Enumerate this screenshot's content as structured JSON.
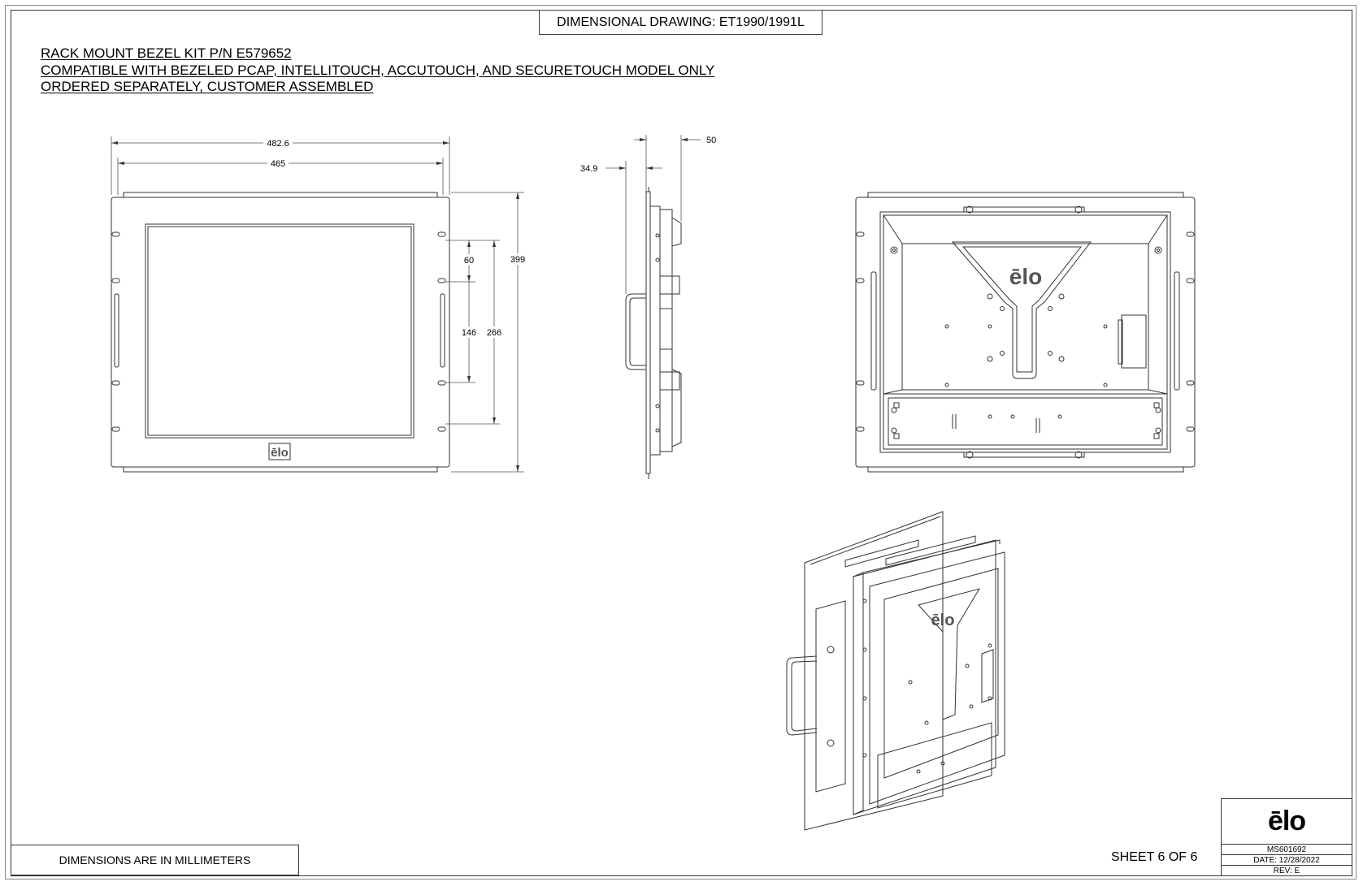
{
  "header": {
    "title": "DIMENSIONAL DRAWING: ET1990/1991L"
  },
  "notes": {
    "line1": "RACK MOUNT BEZEL KIT P/N E579652",
    "line2": "COMPATIBLE WITH BEZELED PCAP, INTELLITOUCH, ACCUTOUCH, AND SECURETOUCH MODEL ONLY",
    "line3": "ORDERED SEPARATELY, CUSTOMER ASSEMBLED"
  },
  "dimensions": {
    "overall_width": "482.6",
    "inner_width": "465",
    "height": "399",
    "hole_spacing_60": "60",
    "hole_spacing_146": "146",
    "hole_spacing_266": "266",
    "side_depth_34_9": "34.9",
    "side_depth_50": "50"
  },
  "logo_text": "ēlo",
  "footer": {
    "units_note": "DIMENSIONS ARE IN MILLIMETERS",
    "sheet": "SHEET 6 OF 6"
  },
  "title_block": {
    "logo": "ēlo",
    "doc_number": "MS601692",
    "date": "DATE: 12/28/2022",
    "rev": "REV: E"
  }
}
